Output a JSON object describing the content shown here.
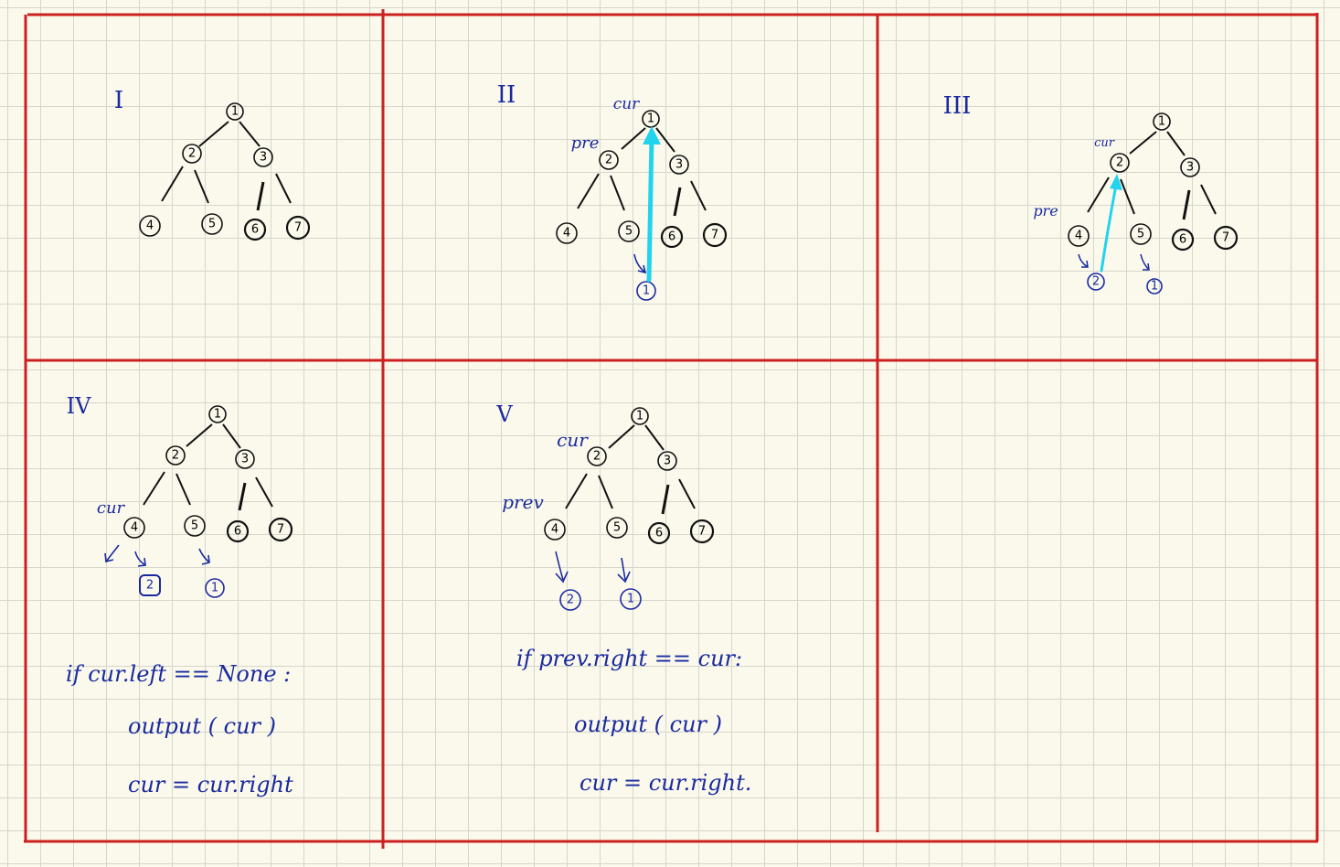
{
  "panels": [
    {
      "label": "I",
      "tree_nodes": [
        "1",
        "2",
        "3",
        "4",
        "5",
        "6",
        "7"
      ],
      "annotations": [],
      "extra_nodes": []
    },
    {
      "label": "II",
      "tree_nodes": [
        "1",
        "2",
        "3",
        "4",
        "5",
        "6",
        "7"
      ],
      "annotations": [
        "cur",
        "pre"
      ],
      "extra_nodes": [
        "1"
      ]
    },
    {
      "label": "III",
      "tree_nodes": [
        "1",
        "2",
        "3",
        "4",
        "5",
        "6",
        "7"
      ],
      "annotations": [
        "cur",
        "pre"
      ],
      "extra_nodes": [
        "2",
        "1"
      ]
    },
    {
      "label": "IV",
      "tree_nodes": [
        "1",
        "2",
        "3",
        "4",
        "5",
        "6",
        "7"
      ],
      "annotations": [
        "cur"
      ],
      "extra_nodes": [
        "2",
        "1"
      ],
      "code": [
        "if  cur.left == None :",
        "output ( cur )",
        "cur  =  cur.right"
      ]
    },
    {
      "label": "V",
      "tree_nodes": [
        "1",
        "2",
        "3",
        "4",
        "5",
        "6",
        "7"
      ],
      "annotations": [
        "cur",
        "prev"
      ],
      "extra_nodes": [
        "2",
        "1"
      ],
      "code": [
        "if  prev.right == cur:",
        "output ( cur )",
        "cur  =  cur.right."
      ]
    }
  ],
  "colors": {
    "grid_line": "#d6d6cc",
    "border": "#cc2020",
    "ink": "#111111",
    "annotation": "#1a2a9e",
    "arrow_highlight": "#22d3ee",
    "background": "#fbf9ec"
  }
}
